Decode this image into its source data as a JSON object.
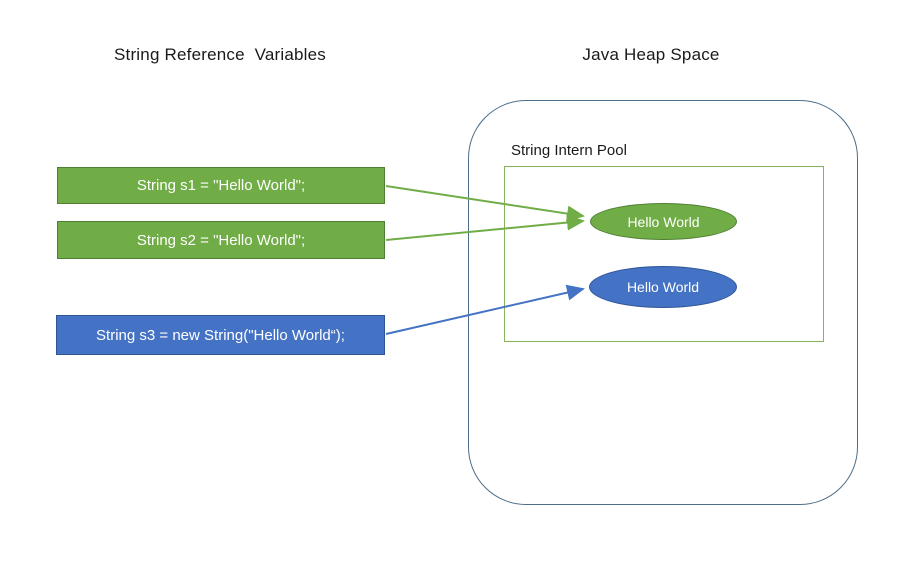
{
  "titles": {
    "left": "String Reference  Variables",
    "right": "Java Heap Space"
  },
  "heap": {
    "intern_pool_label": "String Intern Pool"
  },
  "references": [
    {
      "id": "s1",
      "label": "String s1 = \"Hello World\";",
      "color": "#70AD47"
    },
    {
      "id": "s2",
      "label": "String s2 = \"Hello World\";",
      "color": "#70AD47"
    },
    {
      "id": "s3",
      "label": "String s3 = new String(\"Hello World“);",
      "color": "#4472C4"
    }
  ],
  "heap_objects": [
    {
      "id": "interned-string",
      "label": "Hello World",
      "color": "#70AD47"
    },
    {
      "id": "new-string",
      "label": "Hello World",
      "color": "#4472C4"
    }
  ],
  "arrows": [
    {
      "from": "s1",
      "to": "interned-string",
      "color": "#70AD47"
    },
    {
      "from": "s2",
      "to": "interned-string",
      "color": "#70AD47"
    },
    {
      "from": "s3",
      "to": "new-string",
      "color": "#4472C4"
    }
  ],
  "colors": {
    "green_fill": "#70AD47",
    "green_border": "#507E32",
    "blue_fill": "#4472C4",
    "blue_border": "#2F5597",
    "heap_outline": "#4d6e8a",
    "pool_outline": "#84b35c",
    "text_dark": "#1a1a1a",
    "text_light": "#ffffff",
    "background": "#ffffff"
  }
}
